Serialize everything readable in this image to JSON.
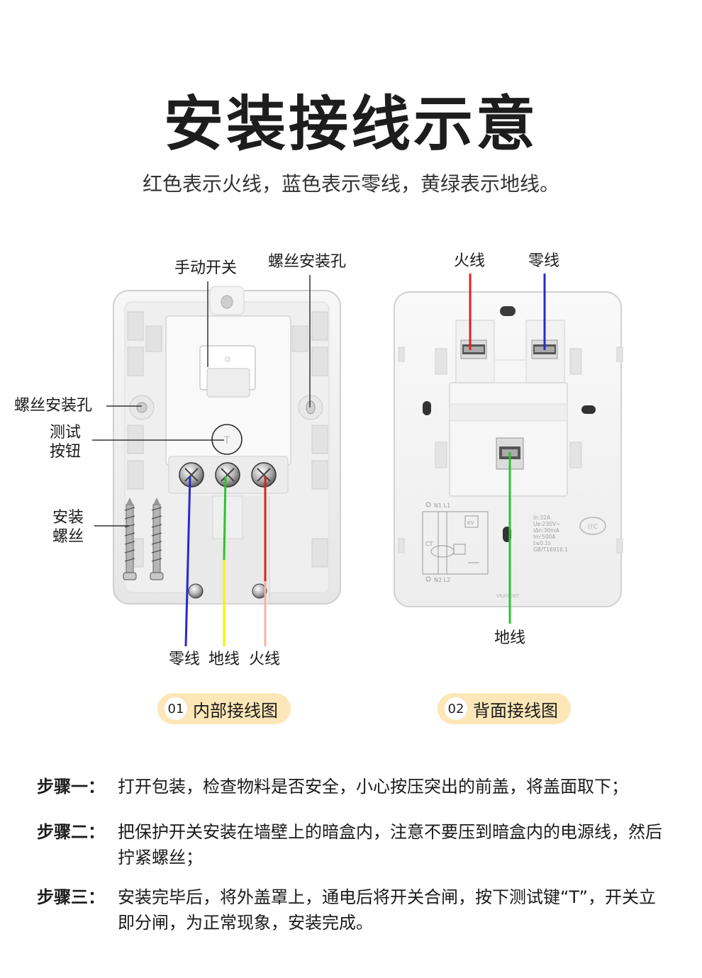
{
  "header": {
    "title": "安装接线示意",
    "subtitle": "红色表示火线，蓝色表示零线，黄绿表示地线。"
  },
  "front": {
    "labels": {
      "manual_switch": "手动开关",
      "screw_hole_top": "螺丝安装孔",
      "screw_hole_left": "螺丝安装孔",
      "test_button_line1": "测试",
      "test_button_line2": "按钮",
      "screws_line1": "安装",
      "screws_line2": "螺丝",
      "neutral": "零线",
      "ground": "地线",
      "live": "火线"
    },
    "caption_num": "01",
    "caption": "内部接线图"
  },
  "back": {
    "labels": {
      "live": "火线",
      "neutral": "零线",
      "ground": "地线"
    },
    "print": {
      "spec1": "In:32A",
      "spec2": "Ue:230V~",
      "spec3": "IΔn:30mA",
      "spec4": "Im:500A",
      "spec5": "t≤0.1s",
      "spec6": "GB/T16916.1",
      "n1l1": "N1  L1",
      "n2l2": "N2  L2",
      "ct": "CT",
      "kv": "KV",
      "brand": "VEASENT"
    },
    "caption_num": "02",
    "caption": "背面接线图"
  },
  "colors": {
    "live": "#e02020",
    "neutral": "#2a2acc",
    "ground_green": "#2bc42b",
    "ground_yellow": "#ffee00",
    "live_light": "#f3b4a0",
    "pill": "#fde7b8"
  },
  "steps": [
    {
      "key": "步骤一：",
      "text": "打开包装，检查物料是否安全，小心按压突出的前盖，将盖面取下；"
    },
    {
      "key": "步骤二：",
      "text": "把保护开关安装在墙壁上的暗盒内，注意不要压到暗盒内的电源线，然后拧紧螺丝；"
    },
    {
      "key": "步骤三：",
      "text": "安装完毕后，将外盖罩上，通电后将开关合闸，按下测试键“T”，开关立即分闸，为正常现象，安装完成。"
    }
  ]
}
